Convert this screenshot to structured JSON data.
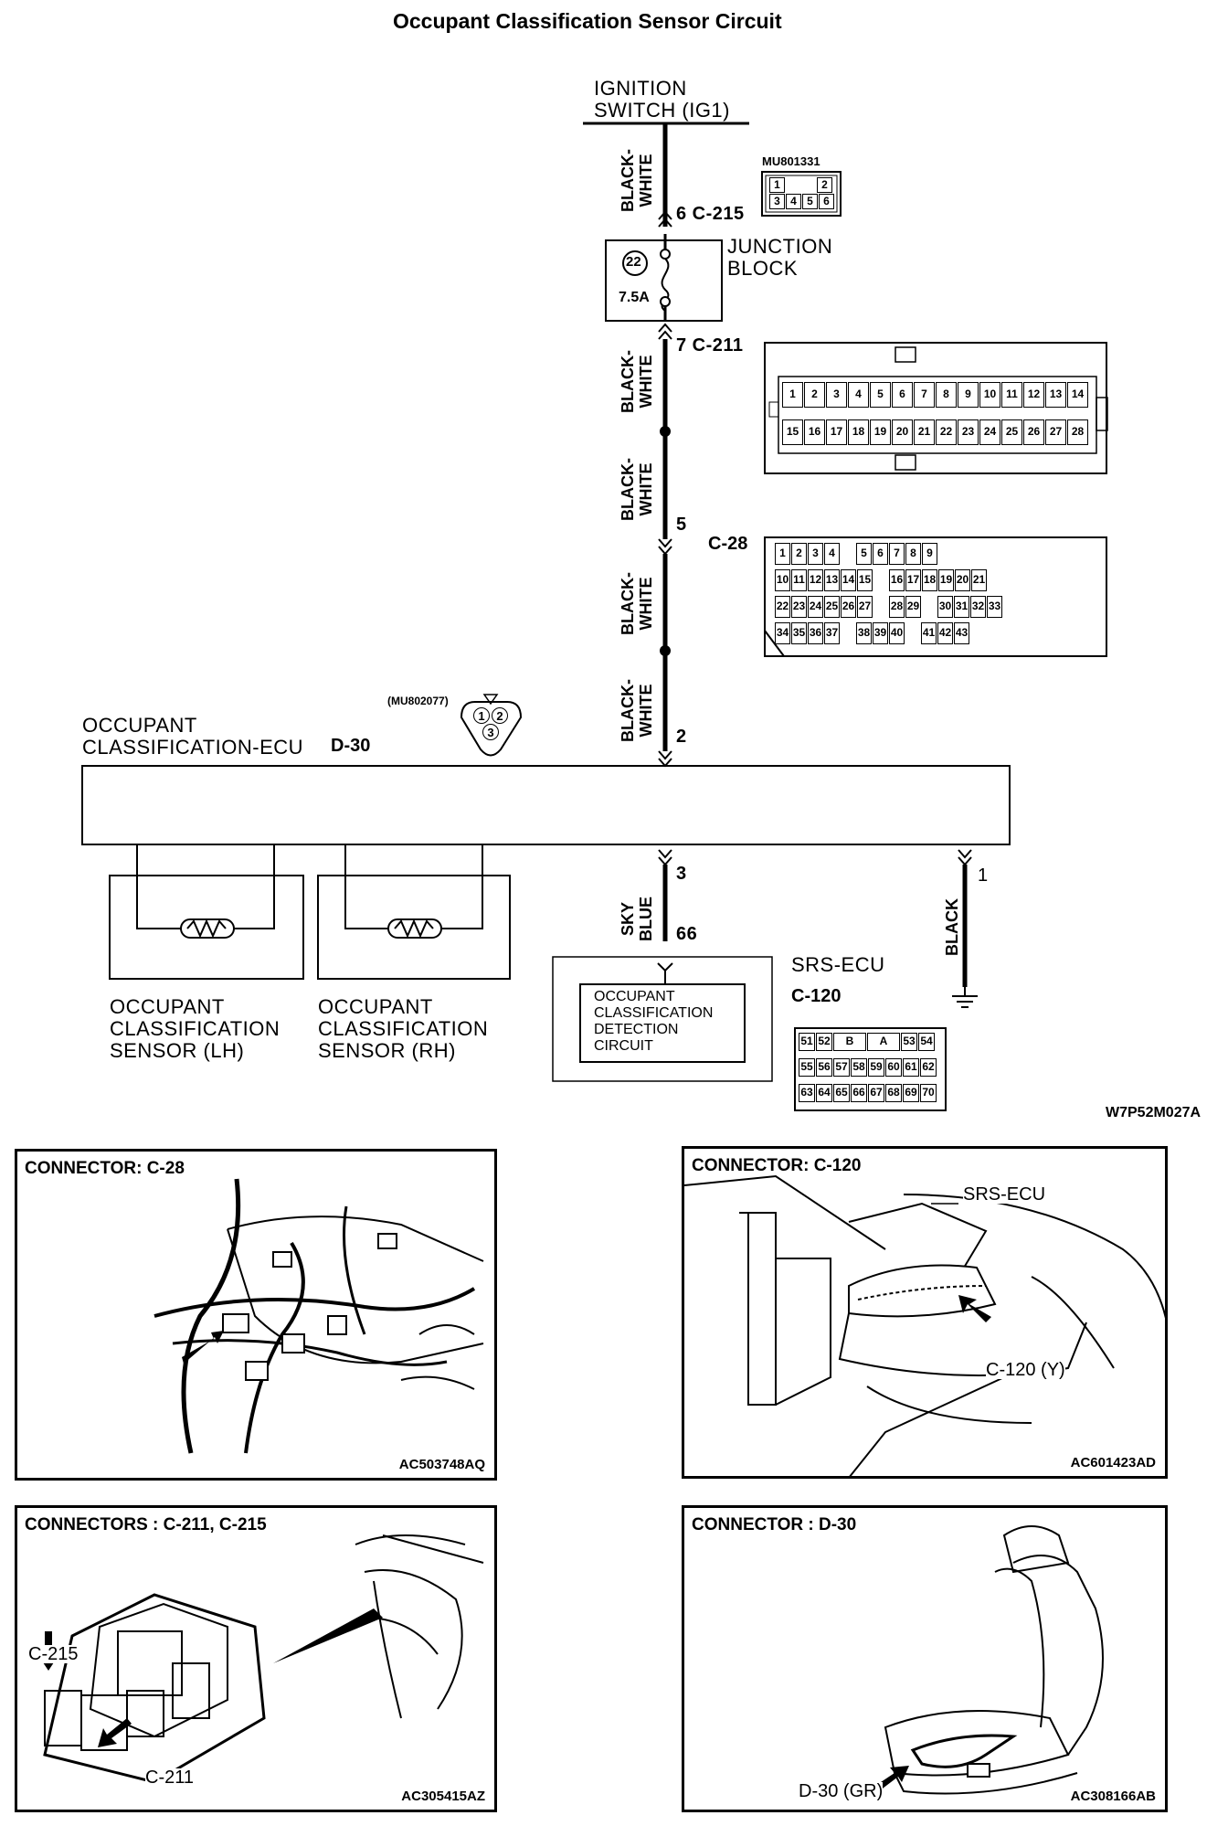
{
  "title": "Occupant Classification Sensor Circuit",
  "ignition_switch": [
    "IGNITION",
    "SWITCH (IG1)"
  ],
  "wire_colors": {
    "black_white": [
      "BLACK-",
      "WHITE"
    ],
    "sky_blue": [
      "SKY",
      "BLUE"
    ],
    "black": "BLACK"
  },
  "pins": {
    "c215_pin": "6 C-215",
    "c211_pin": "7 C-211",
    "c28_pin": "5",
    "d30_pin_top": "2",
    "d30_pin_sky": "3",
    "d30_pin_black": "1",
    "srs_pin": "66"
  },
  "junction_block": {
    "label": [
      "JUNCTION",
      "BLOCK"
    ],
    "fuse_number": "22",
    "fuse_rating": "7.5A"
  },
  "connector_ids": {
    "c215_part": "MU801331",
    "d30_part": "(MU802077)",
    "c28": "C-28",
    "c120": "C-120",
    "d30": "D-30"
  },
  "connector_c215_pins": [
    "1",
    "2",
    "3",
    "4",
    "5",
    "6"
  ],
  "connector_c211_pins_top": [
    "1",
    "2",
    "3",
    "4",
    "5",
    "6",
    "7",
    "8",
    "9",
    "10",
    "11",
    "12",
    "13",
    "14"
  ],
  "connector_c211_pins_bottom": [
    "15",
    "16",
    "17",
    "18",
    "19",
    "20",
    "21",
    "22",
    "23",
    "24",
    "25",
    "26",
    "27",
    "28"
  ],
  "connector_c28_rows": [
    [
      "1",
      "2",
      "3",
      "4",
      "5",
      "6",
      "7",
      "8",
      "9"
    ],
    [
      "10",
      "11",
      "12",
      "13",
      "14",
      "15",
      "16",
      "17",
      "18",
      "19",
      "20",
      "21"
    ],
    [
      "22",
      "23",
      "24",
      "25",
      "26",
      "27",
      "28",
      "29",
      "30",
      "31",
      "32",
      "33"
    ],
    [
      "34",
      "35",
      "36",
      "37",
      "38",
      "39",
      "40",
      "41",
      "42",
      "43"
    ]
  ],
  "connector_d30_pins": [
    "1",
    "2",
    "3"
  ],
  "connector_c120_rows": [
    [
      "51",
      "52",
      "B",
      "A",
      "53",
      "54"
    ],
    [
      "55",
      "56",
      "57",
      "58",
      "59",
      "60",
      "61",
      "62"
    ],
    [
      "63",
      "64",
      "65",
      "66",
      "67",
      "68",
      "69",
      "70"
    ]
  ],
  "ecu": {
    "label": [
      "OCCUPANT",
      "CLASSIFICATION-ECU"
    ],
    "id": "D-30"
  },
  "sensors": {
    "lh": [
      "OCCUPANT",
      "CLASSIFICATION",
      "SENSOR (LH)"
    ],
    "rh": [
      "OCCUPANT",
      "CLASSIFICATION",
      "SENSOR (RH)"
    ]
  },
  "srs_ecu": {
    "label": "SRS-ECU",
    "id": "C-120",
    "circuit": [
      "OCCUPANT",
      "CLASSIFICATION",
      "DETECTION",
      "CIRCUIT"
    ]
  },
  "diagram_code": "W7P52M027A",
  "panels": {
    "c28": {
      "title": "CONNECTOR: C-28",
      "ref": "AC503748AQ"
    },
    "c120": {
      "title": "CONNECTOR: C-120",
      "ref": "AC601423AD",
      "srs_label": "SRS-ECU",
      "callout": "C-120 (Y)"
    },
    "c211": {
      "title": "CONNECTORS : C-211, C-215",
      "ref": "AC305415AZ",
      "callout_a": "C-215",
      "callout_b": "C-211"
    },
    "d30": {
      "title": "CONNECTOR : D-30",
      "ref": "AC308166AB",
      "callout": "D-30 (GR)"
    }
  }
}
